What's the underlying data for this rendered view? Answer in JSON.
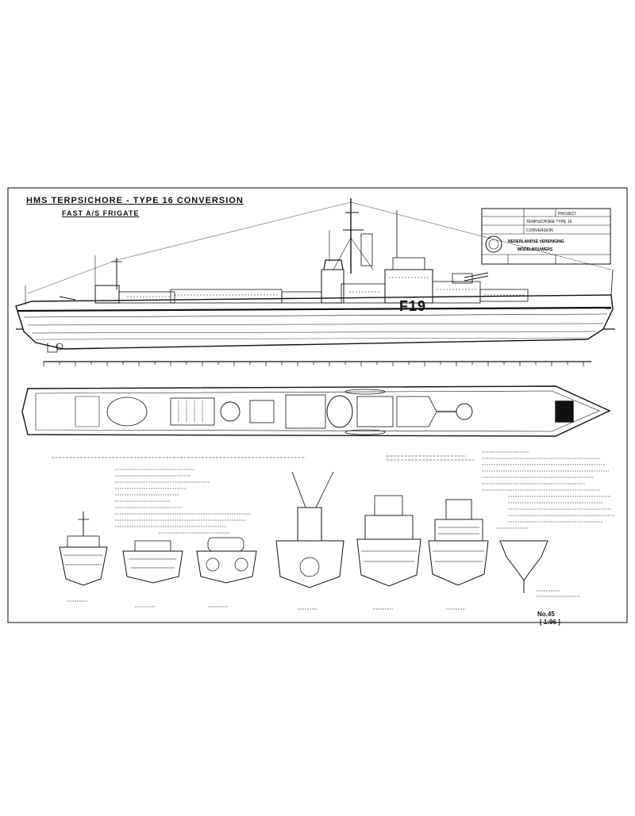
{
  "drawing": {
    "title": "HMS TERPSICHORE - TYPE 16 CONVERSION",
    "subtitle": "FAST A/S FRIGATE",
    "hull_number": "F19",
    "sheet_ref": "No.45",
    "sheet_ref2": "[ 1:96 ]"
  },
  "title_block": {
    "row1_right": "PROJECT",
    "row2": "TERPSICHORE TYPE 16",
    "row3": "CONVERSION",
    "org_line1": "NEDERLANDSE VERENIGING",
    "org_line2": "MODELBOUWERS"
  },
  "colors": {
    "ink": "#111111",
    "paper": "#ffffff"
  }
}
